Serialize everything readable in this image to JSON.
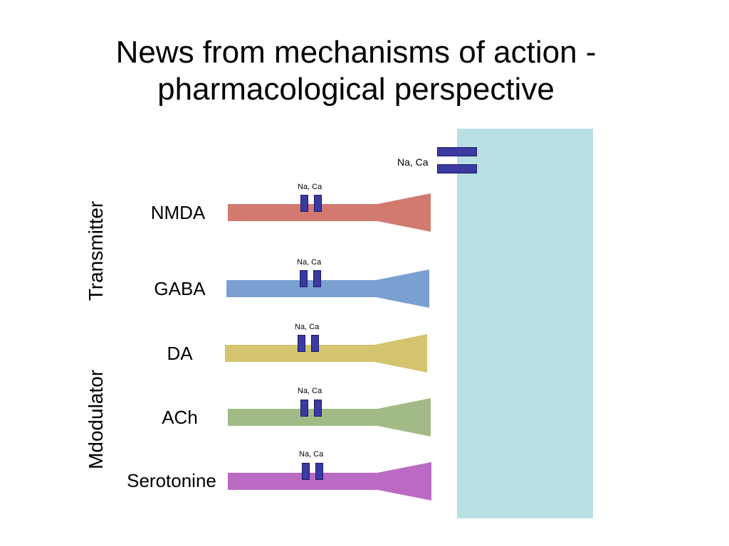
{
  "title": "News from mechanisms of action - pharmacological perspective",
  "side_labels": {
    "top": "Transmitter",
    "bottom": "Mdodulator"
  },
  "target": {
    "channel_label": "Na, Ca"
  },
  "colors": {
    "target": "#b8dfe3",
    "channel": "#3a3aa0",
    "NMDA": "#d27a70",
    "GABA": "#7aa0d2",
    "DA": "#d4c46e",
    "ACh": "#a2bb86",
    "Serotonine": "#bb6ac4"
  },
  "rows": [
    {
      "label": "NMDA",
      "channel_label": "Na, Ca",
      "color_key": "NMDA"
    },
    {
      "label": "GABA",
      "channel_label": "Na, Ca",
      "color_key": "GABA"
    },
    {
      "label": "DA",
      "channel_label": "Na, Ca",
      "color_key": "DA"
    },
    {
      "label": "ACh",
      "channel_label": "Na, Ca",
      "color_key": "ACh"
    },
    {
      "label": "Serotonine",
      "channel_label": "Na, Ca",
      "color_key": "Serotonine"
    }
  ]
}
